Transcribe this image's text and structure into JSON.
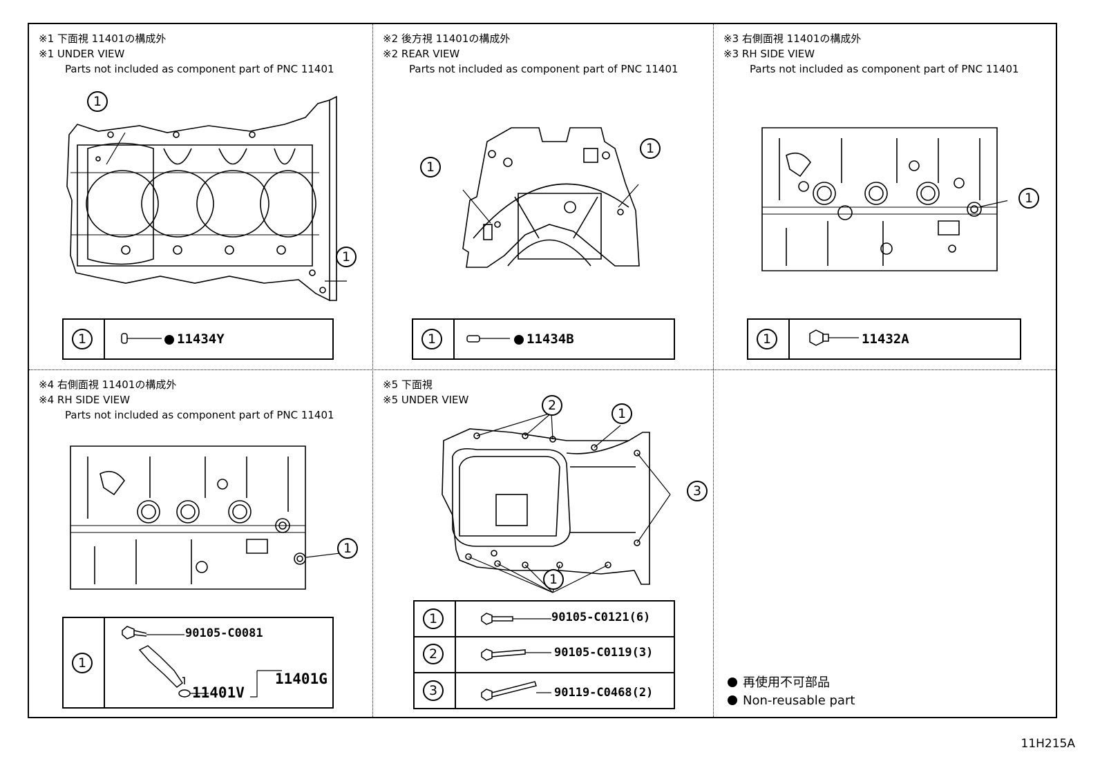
{
  "panels": [
    {
      "mark": "※1",
      "title_jp": "下面視 11401の構成外",
      "title_en": "UNDER VIEW",
      "note": "Parts not included as component part of PNC 11401",
      "callout": "1",
      "part": "11434Y",
      "non_reusable": true
    },
    {
      "mark": "※2",
      "title_jp": "後方視 11401の構成外",
      "title_en": "REAR VIEW",
      "note": "Parts not included as component part of PNC 11401",
      "callout": "1",
      "part": "11434B",
      "non_reusable": true
    },
    {
      "mark": "※3",
      "title_jp": "右側面視 11401の構成外",
      "title_en": "RH SIDE VIEW",
      "note": "Parts not included as component part of PNC 11401",
      "callout": "1",
      "part": "11432A",
      "non_reusable": false
    },
    {
      "mark": "※4",
      "title_jp": "右側面視 11401の構成外",
      "title_en": "RH SIDE VIEW",
      "note": "Parts not included as component part of PNC 11401",
      "callout": "1",
      "parts": [
        "90105-C0081",
        "11401V",
        "11401G"
      ]
    },
    {
      "mark": "※5",
      "title_jp": "下面視",
      "title_en": "UNDER VIEW",
      "rows": [
        {
          "callout": "1",
          "part": "90105-C0121(6)"
        },
        {
          "callout": "2",
          "part": "90105-C0119(3)"
        },
        {
          "callout": "3",
          "part": "90119-C0468(2)"
        }
      ]
    }
  ],
  "legend": {
    "line_jp": "再使用不可部品",
    "line_en": "Non-reusable part"
  },
  "illustration_code": "11H215A"
}
